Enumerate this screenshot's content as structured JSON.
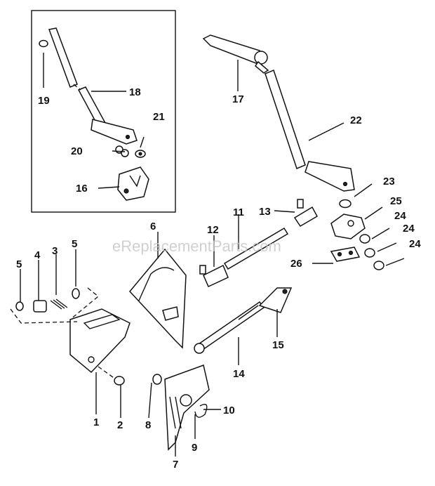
{
  "watermark": "eReplacementParts.com",
  "part_labels": [
    "1",
    "2",
    "3",
    "4",
    "5",
    "5",
    "6",
    "7",
    "8",
    "9",
    "10",
    "11",
    "12",
    "13",
    "14",
    "15",
    "16",
    "17",
    "18",
    "19",
    "20",
    "21",
    "22",
    "23",
    "24",
    "24",
    "24",
    "25",
    "26"
  ]
}
